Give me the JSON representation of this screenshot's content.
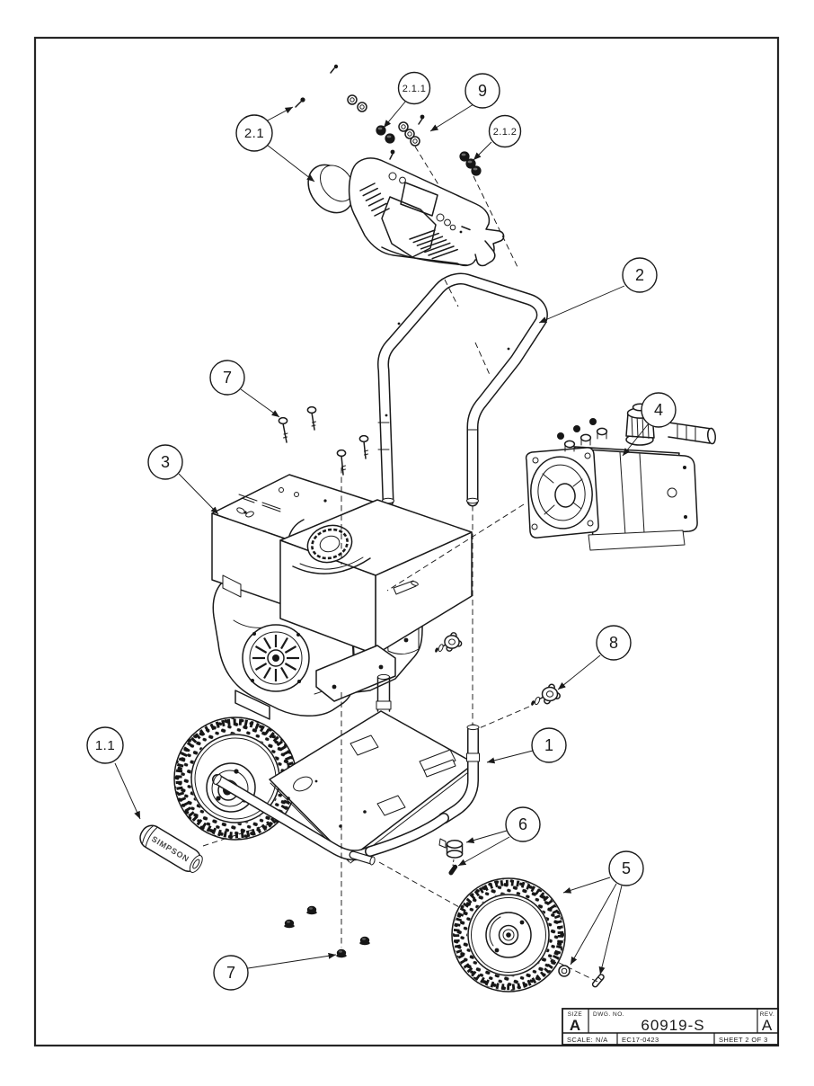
{
  "page": {
    "background": "#ffffff",
    "line_color": "#1a1a1a"
  },
  "callouts": [
    {
      "label": "2.1"
    },
    {
      "label": "2.1.1"
    },
    {
      "label": "9"
    },
    {
      "label": "2.1.2"
    },
    {
      "label": "2"
    },
    {
      "label": "7"
    },
    {
      "label": "4"
    },
    {
      "label": "3"
    },
    {
      "label": "8"
    },
    {
      "label": "1.1"
    },
    {
      "label": "1"
    },
    {
      "label": "6"
    },
    {
      "label": "5"
    },
    {
      "label": "7"
    }
  ],
  "grip": {
    "text": "SIMPSON"
  },
  "title_block": {
    "size_label": "SIZE",
    "size_value": "A",
    "dwg_label": "DWG.  NO.",
    "dwg_value": "60919-S",
    "rev_label": "REV.",
    "rev_value": "A",
    "scale_label": "SCALE:",
    "scale_value": "N/A",
    "doc_code": "EC17-0423",
    "sheet_label": "SHEET 2 OF 3"
  }
}
